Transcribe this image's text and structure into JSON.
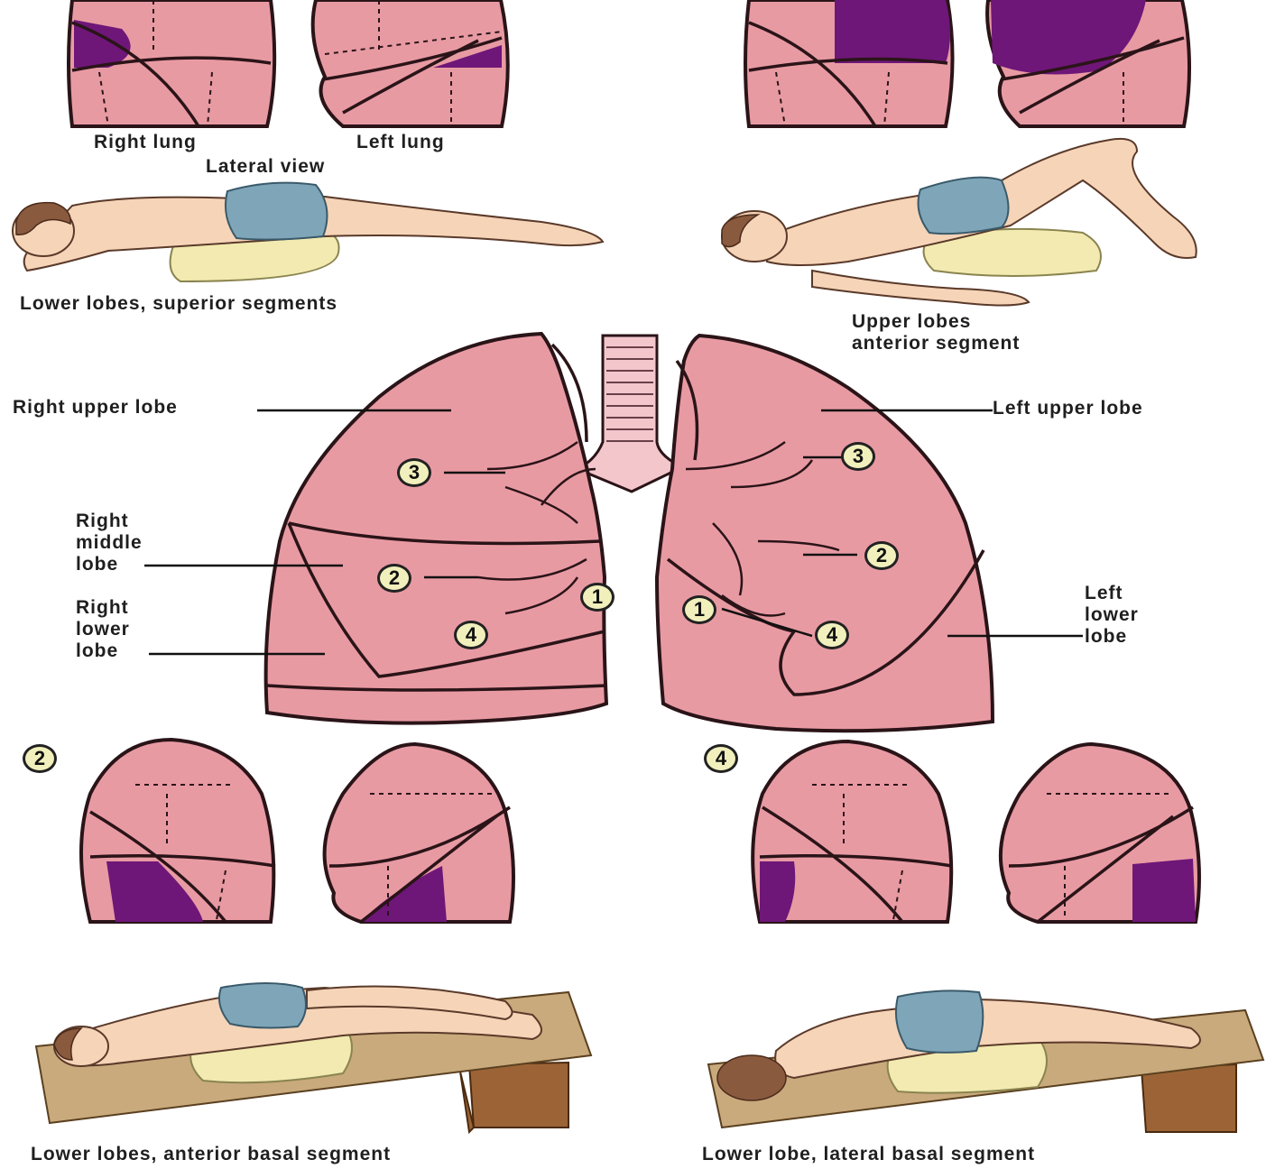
{
  "top_section": {
    "right_lung": "Right lung",
    "left_lung": "Left lung",
    "lateral_view": "Lateral view",
    "lower_lobes_superior": "Lower lobes, superior segments",
    "upper_lobes_anterior_line1": "Upper lobes",
    "upper_lobes_anterior_line2": "anterior segment"
  },
  "lung_labels": {
    "right_upper_lobe": "Right upper lobe",
    "left_upper_lobe": "Left upper lobe",
    "right_middle_lobe": [
      "Right",
      "middle",
      "lobe"
    ],
    "right_lower_lobe": [
      "Right",
      "lower",
      "lobe"
    ],
    "left_lower_lobe": [
      "Left",
      "lower",
      "lobe"
    ]
  },
  "segment_numbers": {
    "right_3": "3",
    "right_2": "2",
    "right_1": "1",
    "right_4": "4",
    "left_3": "3",
    "left_2": "2",
    "left_1": "1",
    "left_4": "4",
    "panel_2": "2",
    "panel_4": "4"
  },
  "bottom_section": {
    "anterior_basal": "Lower lobes, anterior basal segment",
    "lateral_basal": "Lower lobe, lateral basal segment"
  },
  "colors": {
    "lung_fill": "#e89aa3",
    "highlight": "#6e1778",
    "outline": "#2a1418",
    "skin": "#f6d4b8",
    "shorts": "#7fa6b8",
    "pillow": "#f2eab0",
    "board": "#c9aa7c",
    "block": "#9c6436"
  }
}
